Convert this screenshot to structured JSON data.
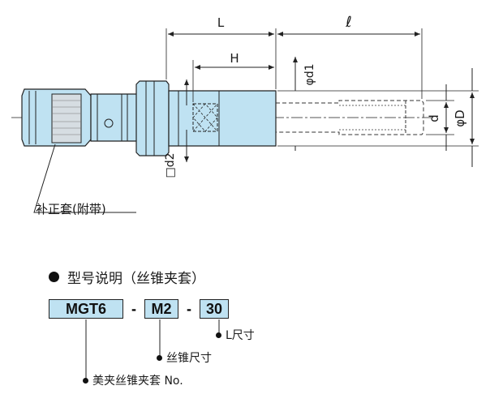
{
  "drawing": {
    "dim_L": "L",
    "dim_l": "ℓ",
    "dim_H": "H",
    "dim_d1": "φd1",
    "dim_d2": "□d2",
    "dim_d": "d",
    "dim_D": "φD",
    "marking": "O"
  },
  "callout": {
    "label": "补正套(附带)"
  },
  "section": {
    "title": "型号说明（丝锥夹套）"
  },
  "model_code": {
    "part1": "MGT6",
    "sep1": "-",
    "part2": "M2",
    "sep2": "-",
    "part3": "30"
  },
  "legend": {
    "part3_label": "L尺寸",
    "part2_label": "丝锥尺寸",
    "part1_label": "美夹丝锥夹套 No."
  },
  "colors": {
    "body_fill": "#bfe2f2",
    "outline": "#222222",
    "background": "#ffffff"
  }
}
